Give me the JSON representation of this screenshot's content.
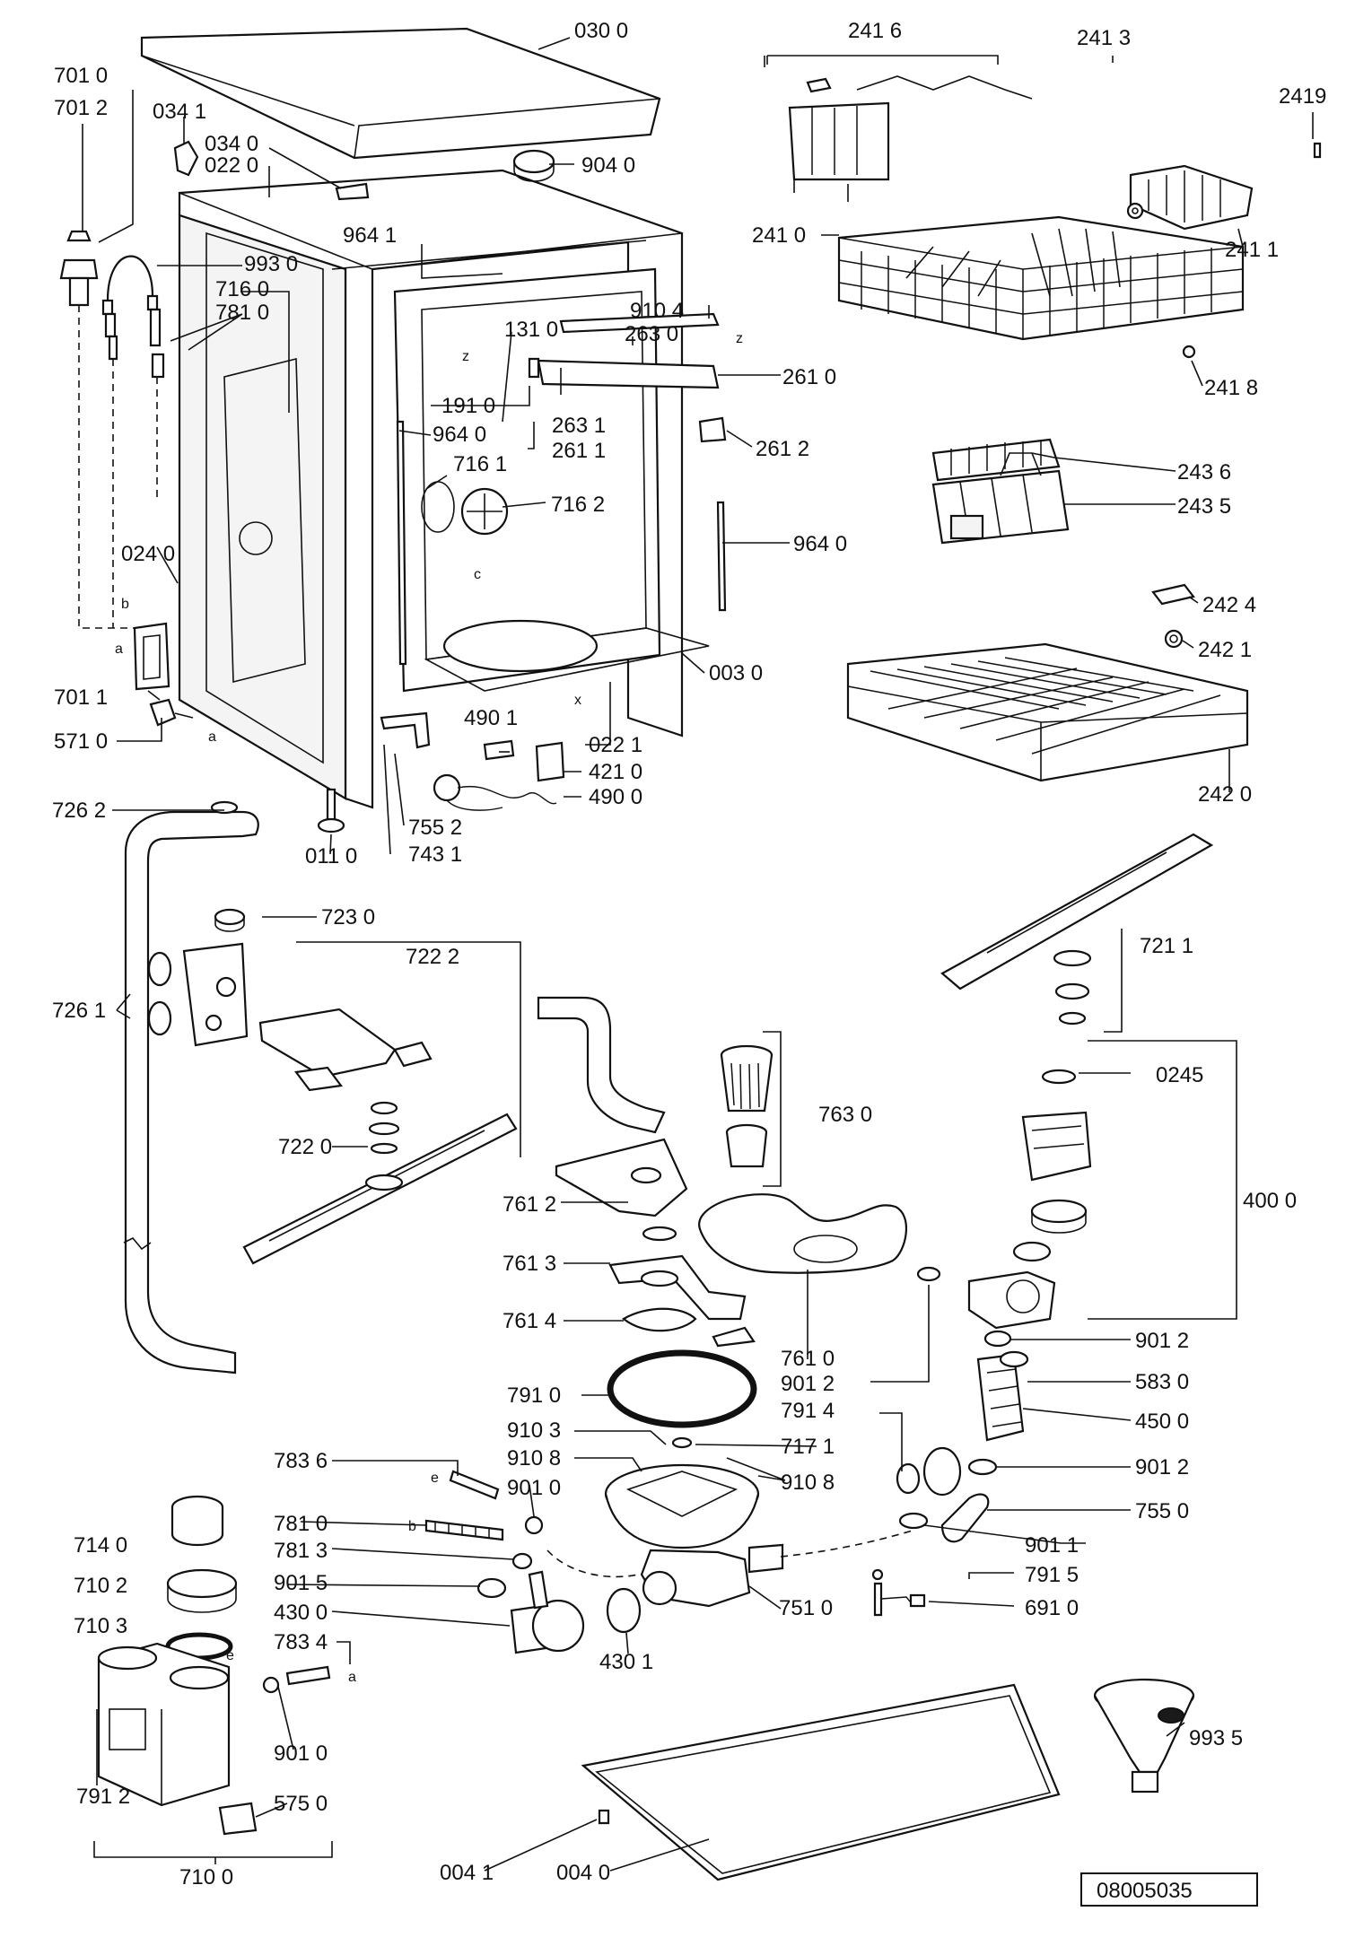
{
  "document_number": "08005035",
  "callouts": [
    {
      "id": "0300",
      "text": "030 0"
    },
    {
      "id": "7010",
      "text": "701 0"
    },
    {
      "id": "7012",
      "text": "701 2"
    },
    {
      "id": "0341",
      "text": "034 1"
    },
    {
      "id": "0340",
      "text": "034 0"
    },
    {
      "id": "0220",
      "text": "022 0"
    },
    {
      "id": "9040",
      "text": "904 0"
    },
    {
      "id": "9641",
      "text": "964 1"
    },
    {
      "id": "9930",
      "text": "993 0"
    },
    {
      "id": "7160",
      "text": "716 0"
    },
    {
      "id": "7810a",
      "text": "781 0"
    },
    {
      "id": "9104",
      "text": "910 4"
    },
    {
      "id": "1310",
      "text": "131 0"
    },
    {
      "id": "2630",
      "text": "263 0"
    },
    {
      "id": "2610",
      "text": "261 0"
    },
    {
      "id": "2631",
      "text": "263 1"
    },
    {
      "id": "1910",
      "text": "191 0"
    },
    {
      "id": "2611",
      "text": "261 1"
    },
    {
      "id": "2612",
      "text": "261 2"
    },
    {
      "id": "9640a",
      "text": "964 0"
    },
    {
      "id": "7161",
      "text": "716 1"
    },
    {
      "id": "7162",
      "text": "716 2"
    },
    {
      "id": "9640b",
      "text": "964 0"
    },
    {
      "id": "0240",
      "text": "024 0"
    },
    {
      "id": "7011",
      "text": "701 1"
    },
    {
      "id": "0030",
      "text": "003 0"
    },
    {
      "id": "5710",
      "text": "571 0"
    },
    {
      "id": "4901",
      "text": "490 1"
    },
    {
      "id": "0221",
      "text": "022 1"
    },
    {
      "id": "4210",
      "text": "421 0"
    },
    {
      "id": "4900",
      "text": "490 0"
    },
    {
      "id": "7262",
      "text": "726 2"
    },
    {
      "id": "7552",
      "text": "755 2"
    },
    {
      "id": "0110",
      "text": "011 0"
    },
    {
      "id": "7431",
      "text": "743 1"
    },
    {
      "id": "2416",
      "text": "241 6"
    },
    {
      "id": "2413",
      "text": "241 3"
    },
    {
      "id": "2419",
      "text": "2419"
    },
    {
      "id": "2410",
      "text": "241 0"
    },
    {
      "id": "2411",
      "text": "241 1"
    },
    {
      "id": "2418",
      "text": "241 8"
    },
    {
      "id": "2436",
      "text": "243 6"
    },
    {
      "id": "2435",
      "text": "243 5"
    },
    {
      "id": "2424",
      "text": "242 4"
    },
    {
      "id": "2421",
      "text": "242 1"
    },
    {
      "id": "2420",
      "text": "242 0"
    },
    {
      "id": "7230",
      "text": "723 0"
    },
    {
      "id": "7222",
      "text": "722 2"
    },
    {
      "id": "7261",
      "text": "726 1"
    },
    {
      "id": "7211",
      "text": "721 1"
    },
    {
      "id": "7220",
      "text": "722 0"
    },
    {
      "id": "7630",
      "text": "763 0"
    },
    {
      "id": "0245",
      "text": "0245"
    },
    {
      "id": "7612",
      "text": "761 2"
    },
    {
      "id": "4000",
      "text": "400 0"
    },
    {
      "id": "7613",
      "text": "761 3"
    },
    {
      "id": "7614",
      "text": "761 4"
    },
    {
      "id": "7610",
      "text": "761 0"
    },
    {
      "id": "9012a",
      "text": "901 2"
    },
    {
      "id": "9012b",
      "text": "901 2"
    },
    {
      "id": "5830",
      "text": "583 0"
    },
    {
      "id": "7910",
      "text": "791 0"
    },
    {
      "id": "7914",
      "text": "791 4"
    },
    {
      "id": "4500",
      "text": "450 0"
    },
    {
      "id": "9103",
      "text": "910 3"
    },
    {
      "id": "7171",
      "text": "717 1"
    },
    {
      "id": "9108a",
      "text": "910 8"
    },
    {
      "id": "9108b",
      "text": "910 8"
    },
    {
      "id": "9012c",
      "text": "901 2"
    },
    {
      "id": "7836",
      "text": "783 6"
    },
    {
      "id": "9010a",
      "text": "901 0"
    },
    {
      "id": "7550",
      "text": "755 0"
    },
    {
      "id": "7140",
      "text": "714 0"
    },
    {
      "id": "7810b",
      "text": "781 0"
    },
    {
      "id": "9011",
      "text": "901 1"
    },
    {
      "id": "7813",
      "text": "781 3"
    },
    {
      "id": "7102",
      "text": "710 2"
    },
    {
      "id": "7915",
      "text": "791 5"
    },
    {
      "id": "9015",
      "text": "901 5"
    },
    {
      "id": "7510",
      "text": "751 0"
    },
    {
      "id": "4300",
      "text": "430 0"
    },
    {
      "id": "6910",
      "text": "691 0"
    },
    {
      "id": "7103",
      "text": "710 3"
    },
    {
      "id": "7834",
      "text": "783 4"
    },
    {
      "id": "4301",
      "text": "430 1"
    },
    {
      "id": "9010b",
      "text": "901 0"
    },
    {
      "id": "7912",
      "text": "791 2"
    },
    {
      "id": "9935",
      "text": "993 5"
    },
    {
      "id": "5750",
      "text": "575 0"
    },
    {
      "id": "7100",
      "text": "710 0"
    },
    {
      "id": "0041",
      "text": "004 1"
    },
    {
      "id": "0040",
      "text": "004 0"
    }
  ],
  "point_markers": [
    {
      "id": "b1",
      "text": "b"
    },
    {
      "id": "a1",
      "text": "a"
    },
    {
      "id": "a2",
      "text": "a"
    },
    {
      "id": "c1",
      "text": "c"
    },
    {
      "id": "x1",
      "text": "x"
    },
    {
      "id": "z1",
      "text": "z"
    },
    {
      "id": "z2",
      "text": "z"
    },
    {
      "id": "e1",
      "text": "e"
    },
    {
      "id": "b2",
      "text": "b"
    },
    {
      "id": "e2",
      "text": "e"
    },
    {
      "id": "a3",
      "text": "a"
    }
  ]
}
